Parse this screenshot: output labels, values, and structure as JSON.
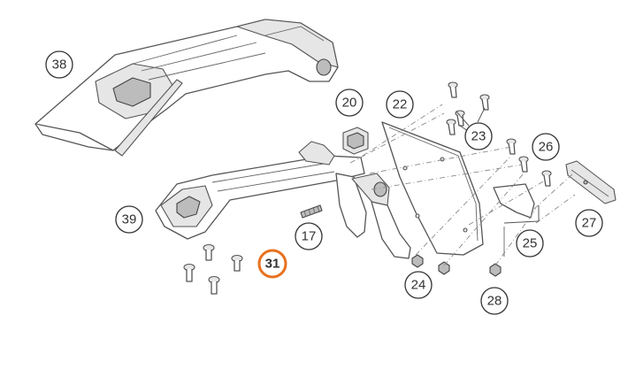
{
  "diagram": {
    "type": "exploded-parts-view",
    "highlight_color": "#e8711f",
    "line_color": "#555555",
    "callouts": [
      {
        "id": "38",
        "label": "38",
        "highlighted": false
      },
      {
        "id": "20",
        "label": "20",
        "highlighted": false
      },
      {
        "id": "22",
        "label": "22",
        "highlighted": false
      },
      {
        "id": "23",
        "label": "23",
        "highlighted": false
      },
      {
        "id": "26",
        "label": "26",
        "highlighted": false
      },
      {
        "id": "39",
        "label": "39",
        "highlighted": false
      },
      {
        "id": "17",
        "label": "17",
        "highlighted": false
      },
      {
        "id": "27",
        "label": "27",
        "highlighted": false
      },
      {
        "id": "25",
        "label": "25",
        "highlighted": false
      },
      {
        "id": "31",
        "label": "31",
        "highlighted": true
      },
      {
        "id": "24",
        "label": "24",
        "highlighted": false
      },
      {
        "id": "28",
        "label": "28",
        "highlighted": false
      }
    ]
  }
}
